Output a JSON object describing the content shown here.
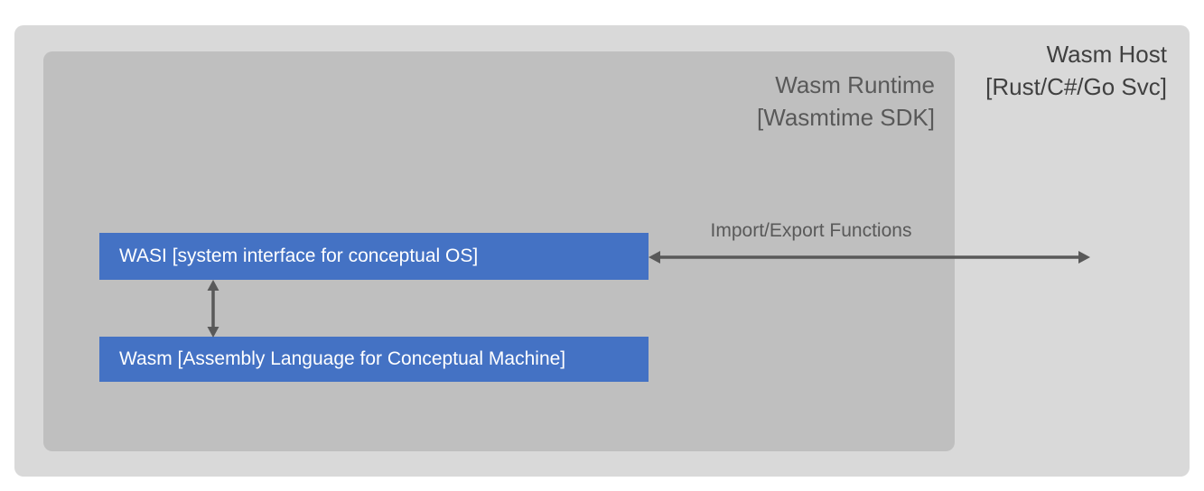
{
  "diagram": {
    "host": {
      "title": "Wasm Host",
      "subtitle": "[Rust/C#/Go Svc]"
    },
    "runtime": {
      "title": "Wasm Runtime",
      "subtitle": "[Wasmtime SDK]"
    },
    "boxes": {
      "wasi": "WASI [system interface for conceptual OS]",
      "wasm": "Wasm [Assembly Language for Conceptual Machine]"
    },
    "arrows": {
      "import_export_label": "Import/Export Functions"
    },
    "colors": {
      "host_bg": "#d9d9d9",
      "runtime_bg": "#bfbfbf",
      "component_bg": "#4472c4",
      "component_text": "#ffffff",
      "arrow": "#595959",
      "runtime_label_text": "#595959",
      "host_label_text": "#404040"
    }
  }
}
